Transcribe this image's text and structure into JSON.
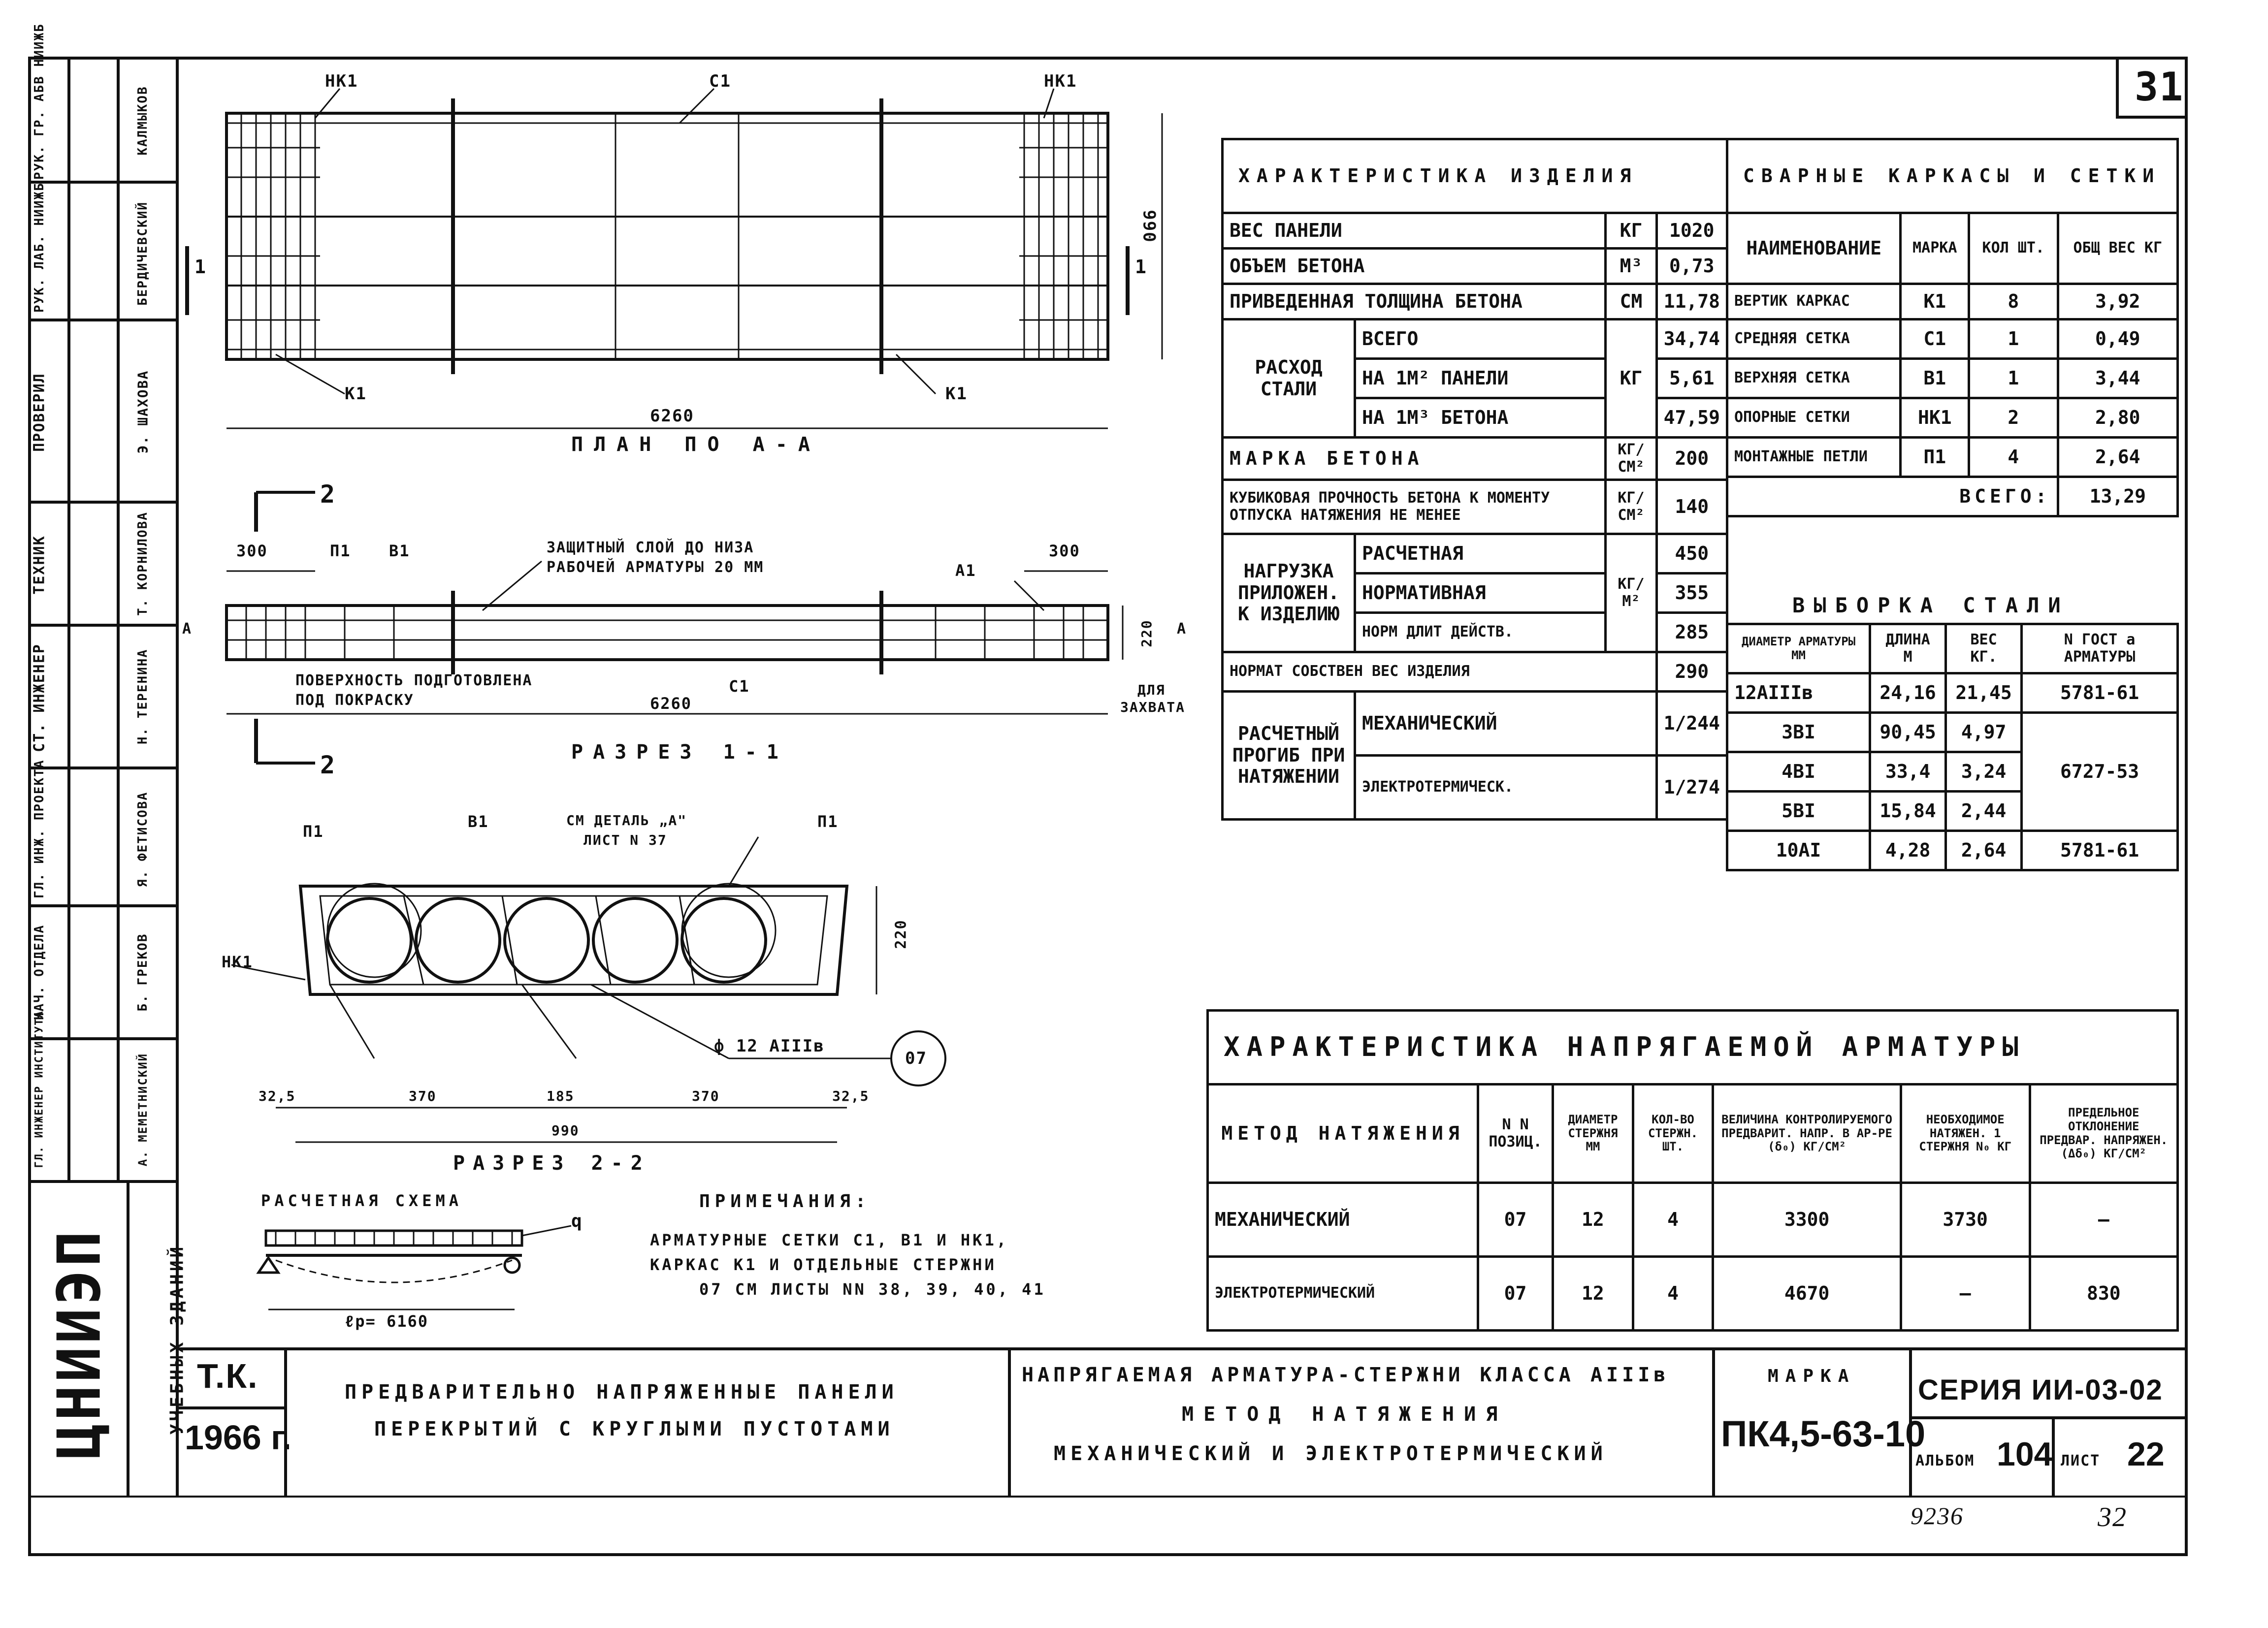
{
  "sheet": {
    "sheet_no_top": "31",
    "page_stamp": "9236",
    "page_stamp_2": "32"
  },
  "side_column": {
    "org_big": "ЦНИИЭП",
    "org_sub": "УЧЕБНЫХ ЗДАНИЙ",
    "roles": [
      {
        "role": "РУК. ГР. АБВ НИИЖБ",
        "name": "КАЛМЫКОВ"
      },
      {
        "role": "РУК. ЛАБ. НИИЖБ",
        "name": "БЕРДИЧЕВСКИЙ"
      },
      {
        "role": "ПРОВЕРИЛ",
        "name": "Э. ШАХОВА"
      },
      {
        "role": "ТЕХНИК",
        "name": "Т. КОРНИЛОВА"
      },
      {
        "role": "СТ. ИНЖЕНЕР",
        "name": "Н. ТЕРЕНИНА"
      },
      {
        "role": "ГЛ. ИНЖ. ПРОЕКТА",
        "name": "Я. ФЕТИСОВА"
      },
      {
        "role": "НАЧ. ОТДЕЛА",
        "name": "Б. ГРЕКОВ"
      },
      {
        "role": "ГЛ. ИНЖЕНЕР ИНСТИТУТА",
        "name": "А. МЕМЕТНИСКИЙ"
      }
    ]
  },
  "plan": {
    "title": "ПЛАН ПО А-А",
    "labels": [
      "НК1",
      "С1",
      "НК1",
      "К1",
      "К1"
    ],
    "length": "6260",
    "width": "990",
    "cut": "1"
  },
  "section_1": {
    "title": "РАЗРЕЗ 1-1",
    "labels": [
      "300",
      "П1",
      "В1",
      "А1",
      "300"
    ],
    "note_top": "ЗАЩИТНЫЙ СЛОЙ ДО НИЗА",
    "note_top_2": "РАБОЧЕЙ АРМАТУРЫ 20 ММ",
    "note_bottom": "ПОВЕРХНОСТЬ ПОДГОТОВЛЕНА",
    "note_bottom_2": "ПОД ПОКРАСКУ",
    "c1": "С1",
    "length": "6260",
    "height": "220",
    "grip": "ДЛЯ",
    "grip_2": "ЗАХВАТА",
    "cut_mark": "2",
    "a_mark": "А"
  },
  "section_2": {
    "title": "РАЗРЕЗ 2-2",
    "labels": [
      "П1",
      "В1",
      "П1",
      "НК1"
    ],
    "detail_ref": "СМ ДЕТАЛЬ „А\"",
    "detail_ref_2": "ЛИСТ N 37",
    "bar": "ф 12 АIIIв",
    "bar_pos": "07",
    "dims": [
      "32,5",
      "370",
      "185",
      "370",
      "32,5"
    ],
    "total": "990",
    "height": "220"
  },
  "calc_scheme": {
    "title": "РАСЧЕТНАЯ СХЕМА",
    "q": "q",
    "span": "ℓр= 6160"
  },
  "notes": {
    "title": "ПРИМЕЧАНИЯ:",
    "line1": "АРМАТУРНЫЕ СЕТКИ С1, В1 И НК1,",
    "line2": "КАРКАС К1 И ОТДЕЛЬНЫЕ СТЕРЖНИ",
    "line3": "07 СМ ЛИСТЫ NN 38, 39, 40, 41"
  },
  "product": {
    "title": "ХАРАКТЕРИСТИКА ИЗДЕЛИЯ",
    "rows": {
      "weight": {
        "label": "ВЕС ПАНЕЛИ",
        "unit": "КГ",
        "value": "1020"
      },
      "volume": {
        "label": "ОБЪЕМ БЕТОНА",
        "unit": "М³",
        "value": "0,73"
      },
      "thickness": {
        "label": "ПРИВЕДЕННАЯ ТОЛЩИНА БЕТОНА",
        "unit": "СМ",
        "value": "11,78"
      },
      "steel": {
        "label": "РАСХОД СТАЛИ",
        "unit": "КГ",
        "sub": [
          {
            "label": "ВСЕГО",
            "value": "34,74"
          },
          {
            "label": "НА 1М² ПАНЕЛИ",
            "value": "5,61"
          },
          {
            "label": "НА 1М³ БЕТОНА",
            "value": "47,59"
          }
        ]
      },
      "grade": {
        "label": "МАРКА БЕТОНА",
        "unit": "КГ/СМ²",
        "value": "200"
      },
      "cube": {
        "label": "КУБИКОВАЯ ПРОЧНОСТЬ БЕТОНА К МОМЕНТУ ОТПУСКА НАТЯЖЕНИЯ НЕ МЕНЕЕ",
        "unit": "КГ/СМ²",
        "value": "140"
      },
      "load": {
        "label": "НАГРУЗКА ПРИЛОЖЕН. К ИЗДЕЛИЮ",
        "unit": "КГ/М²",
        "sub": [
          {
            "label": "РАСЧЕТНАЯ",
            "value": "450"
          },
          {
            "label": "НОРМАТИВНАЯ",
            "value": "355"
          },
          {
            "label": "НОРМ ДЛИТ ДЕЙСТВ.",
            "value": "285"
          }
        ]
      },
      "own": {
        "label": "НОРМАТ СОБСТВЕН ВЕС ИЗДЕЛИЯ",
        "value": "290"
      },
      "deflection": {
        "label": "РАСЧЕТНЫЙ ПРОГИБ ПРИ НАТЯЖЕНИИ",
        "sub": [
          {
            "label": "МЕХАНИЧЕСКИЙ",
            "value": "1/244"
          },
          {
            "label": "ЭЛЕКТРОТЕРМИЧЕСК.",
            "value": "1/274"
          }
        ]
      }
    }
  },
  "frames": {
    "title": "СВАРНЫЕ КАРКАСЫ И СЕТКИ",
    "headers": [
      "НАИМЕНОВАНИЕ",
      "МАРКА",
      "КОЛ ШТ.",
      "ОБЩ ВЕС КГ"
    ],
    "rows": [
      [
        "ВЕРТИК КАРКАС",
        "К1",
        "8",
        "3,92"
      ],
      [
        "СРЕДНЯЯ СЕТКА",
        "С1",
        "1",
        "0,49"
      ],
      [
        "ВЕРХНЯЯ СЕТКА",
        "В1",
        "1",
        "3,44"
      ],
      [
        "ОПОРНЫЕ СЕТКИ",
        "НК1",
        "2",
        "2,80"
      ],
      [
        "МОНТАЖНЫЕ ПЕТЛИ",
        "П1",
        "4",
        "2,64"
      ]
    ],
    "total_label": "ВСЕГО:",
    "total": "13,29"
  },
  "steel_sample": {
    "title": "ВЫБОРКА СТАЛИ",
    "headers": [
      "ДИАМЕТР АРМАТУРЫ ММ",
      "ДЛИНА М",
      "ВЕС КГ.",
      "N ГОСТ а АРМАТУРЫ"
    ],
    "rows": [
      [
        "12АIIIв",
        "24,16",
        "21,45",
        "5781-61"
      ],
      [
        "3ВI",
        "90,45",
        "4,97",
        ""
      ],
      [
        "4ВI",
        "33,4",
        "3,24",
        "6727-53"
      ],
      [
        "5ВI",
        "15,84",
        "2,44",
        ""
      ],
      [
        "10АI",
        "4,28",
        "2,64",
        "5781-61"
      ]
    ]
  },
  "tension": {
    "title": "ХАРАКТЕРИСТИКА НАПРЯГАЕМОЙ АРМАТУРЫ",
    "headers": [
      "МЕТОД НАТЯЖЕНИЯ",
      "N N ПОЗИЦ.",
      "ДИАМЕТР СТЕРЖНЯ ММ",
      "КОЛ-ВО СТЕРЖН. ШТ.",
      "ВЕЛИЧИНА КОНТРОЛИРУЕМОГО ПРЕДВАРИТ. НАПР. В АР-РЕ (δ₀) КГ/СМ²",
      "НЕОБХОДИМОЕ НАТЯЖЕН. 1 СТЕРЖНЯ N₀ КГ",
      "ПРЕДЕЛЬНОЕ ОТКЛОНЕНИЕ ПРЕДВАР. НАПРЯЖЕН. (Δδ₀) КГ/СМ²"
    ],
    "rows": [
      [
        "МЕХАНИЧЕСКИЙ",
        "07",
        "12",
        "4",
        "3300",
        "3730",
        "—"
      ],
      [
        "ЭЛЕКТРОТЕРМИЧЕСКИЙ",
        "07",
        "12",
        "4",
        "4670",
        "—",
        "830"
      ]
    ]
  },
  "title_block": {
    "tk": "Т.К.",
    "year": "1966 г.",
    "name_1": "ПРЕДВАРИТЕЛЬНО НАПРЯЖЕННЫЕ ПАНЕЛИ",
    "name_2": "ПЕРЕКРЫТИЙ С КРУГЛЫМИ ПУСТОТАМИ",
    "desc_1": "НАПРЯГАЕМАЯ АРМАТУРА-СТЕРЖНИ КЛАССА АIIIв",
    "desc_2": "МЕТОД НАТЯЖЕНИЯ",
    "desc_3": "МЕХАНИЧЕСКИЙ И ЭЛЕКТРОТЕРМИЧЕСКИЙ",
    "mark_label": "МАРКА",
    "mark": "ПК4,5-63-10",
    "series": "СЕРИЯ ИИ-03-02",
    "album_label": "АЛЬБОМ",
    "album": "104",
    "sheet_label": "ЛИСТ",
    "sheet": "22"
  }
}
